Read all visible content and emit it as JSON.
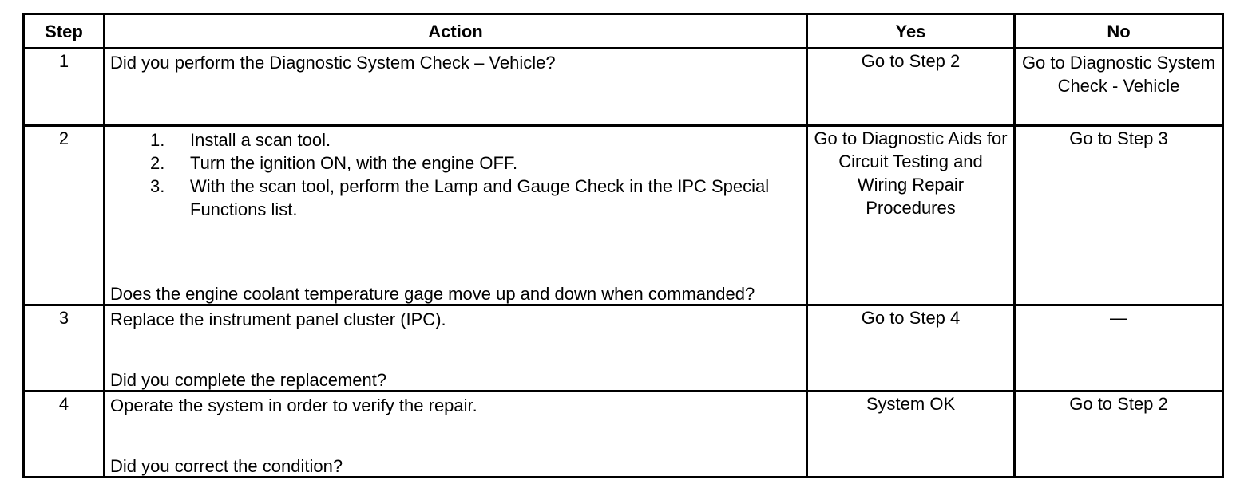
{
  "headers": {
    "step": "Step",
    "action": "Action",
    "yes": "Yes",
    "no": "No"
  },
  "rows": [
    {
      "step": "1",
      "action_intro": "Did you perform the Diagnostic System Check – Vehicle?",
      "yes": "Go to Step 2",
      "no": "Go to Diagnostic System Check - Vehicle"
    },
    {
      "step": "2",
      "substeps": [
        {
          "num": "1.",
          "text": "Install a scan tool."
        },
        {
          "num": "2.",
          "text": "Turn the ignition ON, with the engine OFF."
        },
        {
          "num": "3.",
          "text": "With the scan tool, perform the Lamp and Gauge Check in the IPC Special Functions list."
        }
      ],
      "question": "Does the engine coolant temperature gage move up and down when commanded?",
      "yes": "Go to Diagnostic Aids for Circuit Testing and Wiring Repair Procedures",
      "no": "Go to Step 3"
    },
    {
      "step": "3",
      "action_intro": "Replace the instrument panel cluster (IPC).",
      "question": "Did you complete the replacement?",
      "yes": "Go to Step 4",
      "no": "—"
    },
    {
      "step": "4",
      "action_intro": "Operate the system in order to verify the repair.",
      "question": "Did you correct the condition?",
      "yes": "System OK",
      "no": "Go to Step 2"
    }
  ]
}
